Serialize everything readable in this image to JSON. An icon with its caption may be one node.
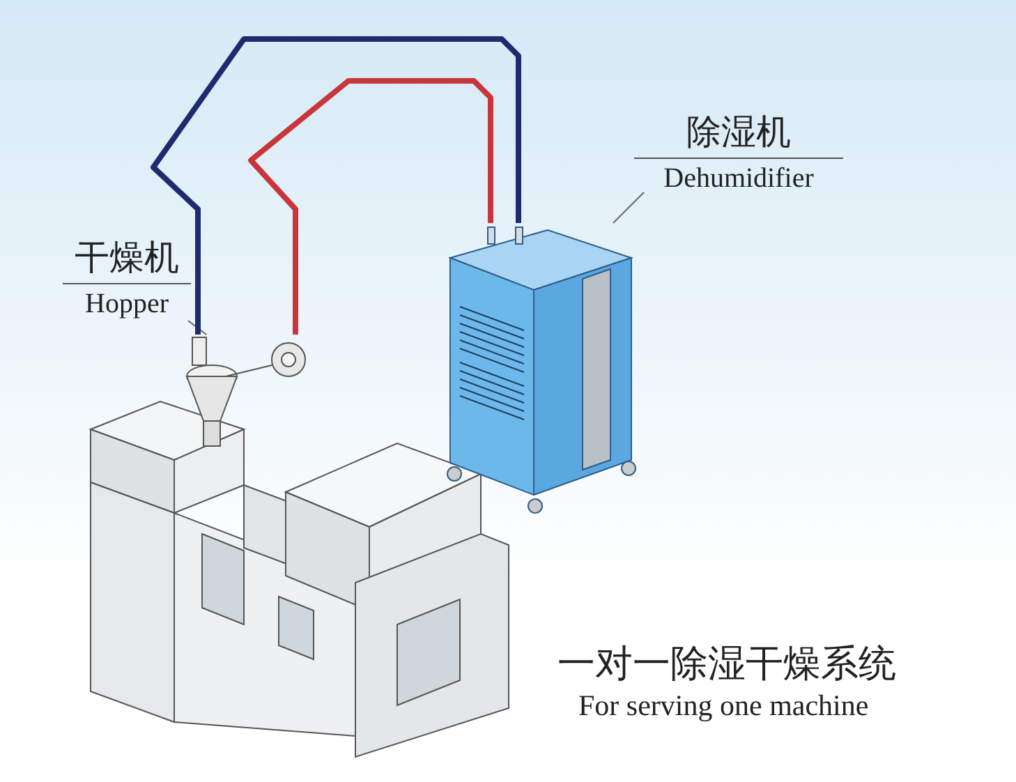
{
  "diagram": {
    "nodes": [
      {
        "text": [
          "除湿机",
          "Dehumidifier"
        ]
      },
      {
        "text": [],
        "shape": "picture"
      },
      {
        "text": [
          "干燥机",
          "Hopper"
        ]
      },
      {
        "text": [],
        "shape": "picture"
      }
    ],
    "edges": [
      {
        "from": 0,
        "to": 1,
        "arrow": "none"
      },
      {
        "from": 2,
        "to": 3,
        "arrow": "none"
      },
      {
        "from": 1,
        "to": 3,
        "arrow": "none",
        "style": "thick",
        "color": "#1f2b6e"
      },
      {
        "from": 1,
        "to": 3,
        "arrow": "none",
        "style": "thick",
        "color": "#c8353a"
      }
    ],
    "labels": [
      "一对一除湿干燥系统",
      "For serving one machine"
    ]
  }
}
